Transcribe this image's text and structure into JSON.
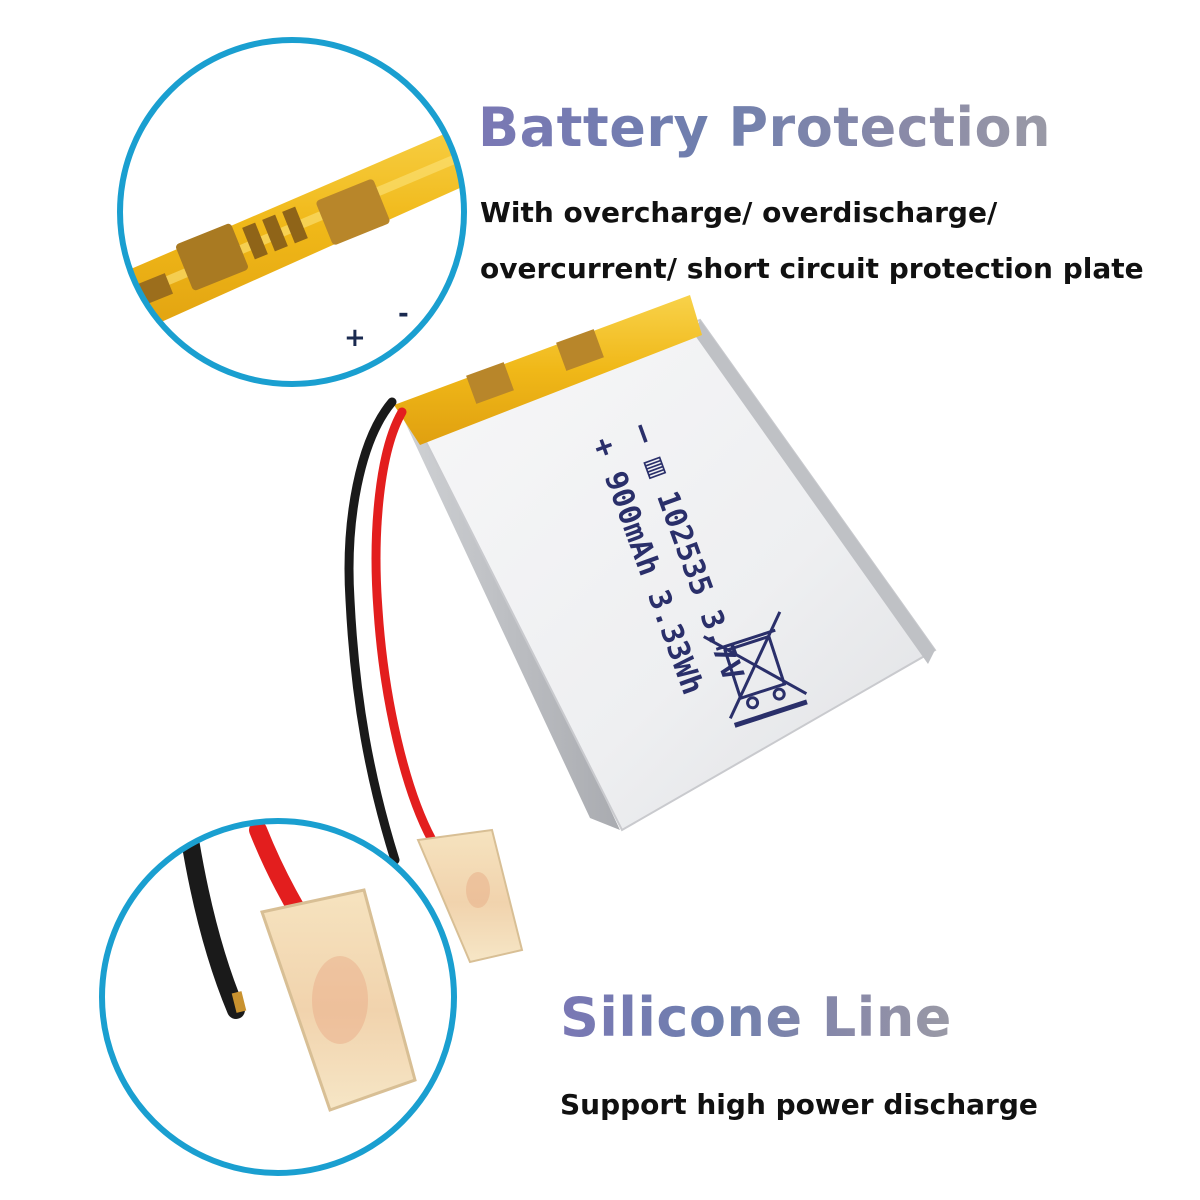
{
  "battery_protection": {
    "title": "Battery Protection",
    "desc_line1": "With overcharge/ overdischarge/",
    "desc_line2": "overcurrent/ short circuit protection plate"
  },
  "silicone_line": {
    "title": "Silicone Line",
    "desc": "Support high power discharge"
  },
  "battery_label": {
    "line1": "– ▥ 102535 3.7V",
    "line2": "+ 900mAh 3.33Wh"
  },
  "zoom_marks": {
    "plus": "+",
    "minus": "-"
  },
  "colors": {
    "circle_border": "#1a9fd0",
    "kapton_tape": "#f2bd1c",
    "wire_red": "#e31e1e",
    "wire_black": "#1a1a1a",
    "cell_silver": "#e9eaec",
    "headline_gradient_start": "#7a78b4",
    "headline_gradient_end": "#9a9aa6"
  },
  "icons": [
    "weee-crossed-bin-icon"
  ]
}
